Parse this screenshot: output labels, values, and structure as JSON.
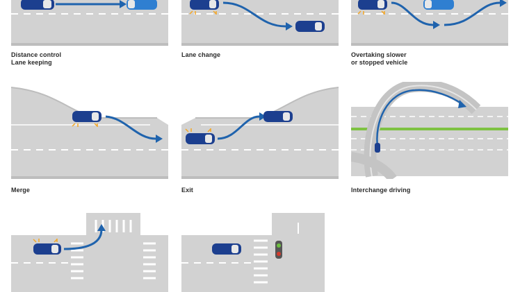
{
  "scenarios": [
    {
      "id": "distance-control",
      "lines": [
        "Distance control",
        "Lane keeping"
      ]
    },
    {
      "id": "lane-change",
      "lines": [
        "Lane change"
      ]
    },
    {
      "id": "overtaking",
      "lines": [
        "Overtaking slower",
        "or stopped vehicle"
      ]
    },
    {
      "id": "merge",
      "lines": [
        "Merge"
      ]
    },
    {
      "id": "exit",
      "lines": [
        "Exit"
      ]
    },
    {
      "id": "interchange",
      "lines": [
        "Interchange driving"
      ]
    },
    {
      "id": "intersection-turn",
      "lines": []
    },
    {
      "id": "traffic-light-stop",
      "lines": []
    }
  ],
  "colors": {
    "road": "#d2d2d2",
    "road_dark": "#bdbdbd",
    "lane_mark": "#ffffff",
    "path_arrow": "#1f63ad",
    "ego_car": "#1c3f8f",
    "other_car": "#2f7fd1",
    "indicator": "#f5a623",
    "green_median": "#7ec242"
  }
}
